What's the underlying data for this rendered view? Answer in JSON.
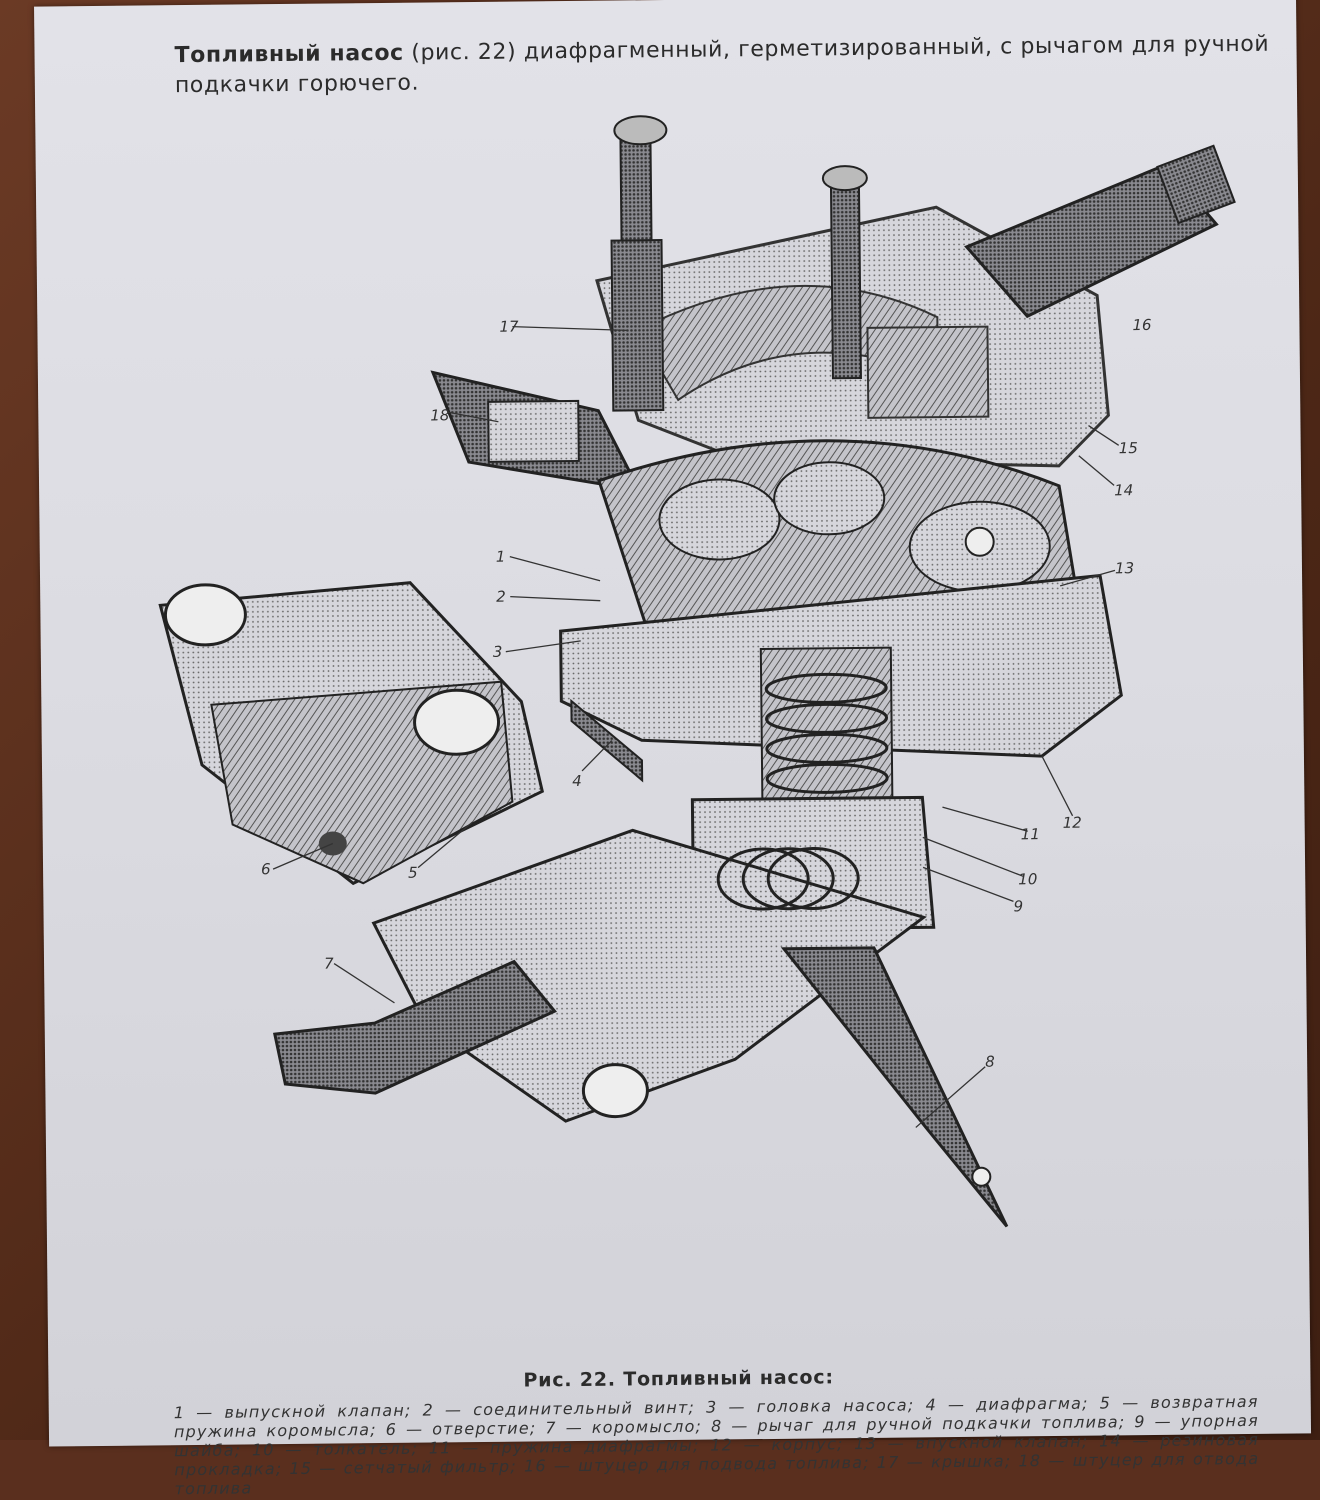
{
  "heading": {
    "lead": "Топливный насос",
    "rest": " (рис. 22) диафрагменный, герметизированный, с рычагом для ручной подкачки горючего."
  },
  "figure": {
    "caption": "Рис. 22. Топливный насос:",
    "callouts": [
      "1",
      "2",
      "3",
      "4",
      "5",
      "6",
      "7",
      "8",
      "9",
      "10",
      "11",
      "12",
      "13",
      "14",
      "15",
      "16",
      "17",
      "18"
    ],
    "legend": [
      "1 — выпускной клапан;",
      "2 — соединительный винт;",
      "3 — головка насоса;",
      "4 — диафрагма;",
      "5 — возвратная пружина коромысла;",
      "6 — отверстие;",
      "7 — коромысло;",
      "8 — рычаг для ручной подкачки топлива;",
      "9 — упорная шайба;",
      "10 — толкатель;",
      "11 — пружина диафрагмы;",
      "12 — корпус;",
      "13 — впускной клапан;",
      "14 — резиновая прокладка;",
      "15 — сетчатый фильтр;",
      "16 — штуцер для подвода топлива;",
      "17 — крышка;",
      "18 — штуцер для отвода топлива"
    ]
  }
}
